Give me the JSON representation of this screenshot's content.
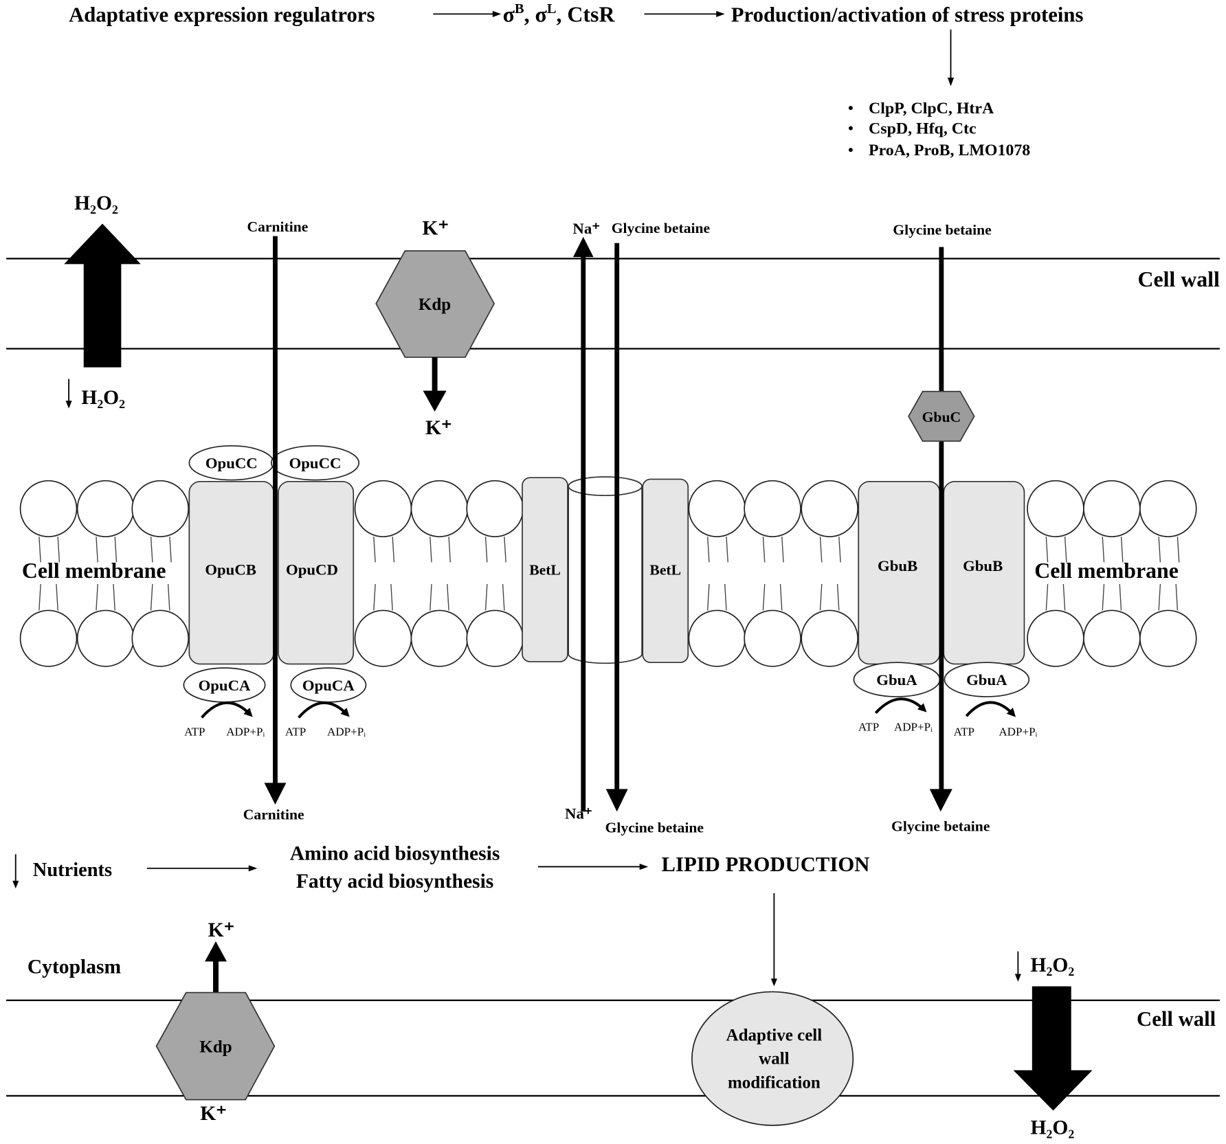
{
  "regulation": {
    "regulators_label": "Adaptative expression regulatrors",
    "regulators": [
      {
        "symbol": "σ",
        "sup": "B"
      },
      {
        "symbol": "σ",
        "sup": "L"
      },
      {
        "symbol": "CtsR"
      }
    ],
    "separator": ", ",
    "outcome_label": "Production/activation of stress proteins",
    "stress_proteins": [
      "ClpP, ClpC, HtrA",
      "CspD, Hfq, Ctc",
      "ProA, ProB, LMO1078"
    ]
  },
  "outer_wall": {
    "label": "Cell wall",
    "h2o2_efflux": "H₂O₂",
    "h2o2_decrease": "H₂O₂",
    "carnitine": "Carnitine",
    "kdp": {
      "name": "Kdp",
      "above": "K⁺",
      "below": "K⁺"
    },
    "betl": {
      "ion": "Na⁺",
      "solute": "Glycine betaine"
    },
    "gbu": {
      "solute": "Glycine betaine",
      "binding_protein": "GbuC"
    }
  },
  "membrane": {
    "label": "Cell membrane",
    "opu": {
      "cc": [
        "OpuCC",
        "OpuCC"
      ],
      "cb": "OpuCB",
      "cd": "OpuCD",
      "ca": [
        "OpuCA",
        "OpuCA"
      ]
    },
    "betl": [
      "BetL",
      "BetL"
    ],
    "gbu": {
      "b": [
        "GbuB",
        "GbuB"
      ],
      "a": [
        "GbuA",
        "GbuA"
      ]
    },
    "atp_hydrolysis": {
      "substrate": "ATP",
      "product": "ADP+Pᵢ"
    }
  },
  "cytoplasm": {
    "label": "Cytoplasm",
    "carnitine": "Carnitine",
    "betl": {
      "ion": "Na⁺",
      "solute": "Glycine betaine"
    },
    "gbu_solute": "Glycine betaine",
    "nutrients": "Nutrients",
    "biosynthesis": [
      "Amino acid biosynthesis",
      "Fatty acid biosynthesis"
    ],
    "lipid": "LIPID PRODUCTION"
  },
  "inner_wall": {
    "label": "Cell wall",
    "kdp": {
      "name": "Kdp",
      "above": "K⁺",
      "below": "K⁺"
    },
    "modification": [
      "Adaptive cell",
      "wall",
      "modification"
    ],
    "h2o2_decrease": "H₂O₂",
    "h2o2_efflux": "H₂O₂"
  },
  "colors": {
    "transporter_hexagon": "#a6a6a6",
    "gbuc_hexagon": "#9c9c9c",
    "membrane_protein": "#e6e6e6",
    "cell_wall_modification": "#e6e6e6"
  }
}
